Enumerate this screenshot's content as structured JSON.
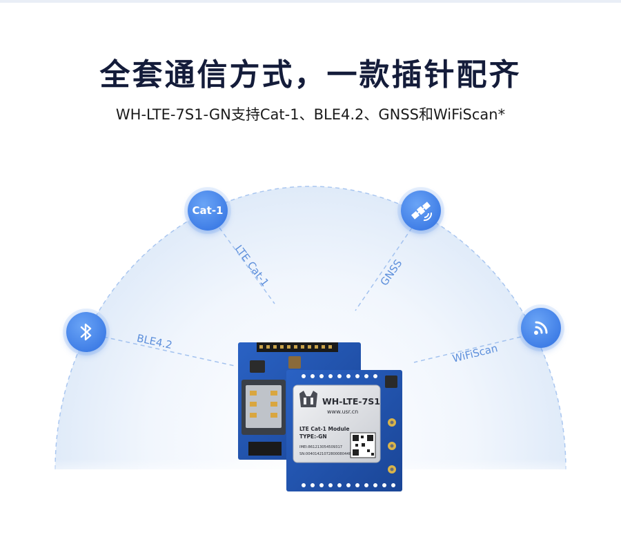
{
  "headline": "全套通信方式，一款插针配齐",
  "subheadline": "WH-LTE-7S1-GN支持Cat-1、BLE4.2、GNSS和WiFiScan*",
  "nodes": {
    "cat1": {
      "label": "Cat-1",
      "icon": "cat1-badge"
    },
    "gnss": {
      "icon": "satellite-icon"
    },
    "bluetooth": {
      "icon": "bluetooth-icon"
    },
    "wifi": {
      "icon": "wifi-icon"
    }
  },
  "links": {
    "lte_cat1": "LTE Cat-1",
    "gnss": "GNSS",
    "ble": "BLE4.2",
    "wifiscan": "WiFiScan"
  },
  "module": {
    "name": "WH-LTE-7S1",
    "url": "www.usr.cn",
    "line1": "LTE Cat-1 Module",
    "type": "TYPE:-GN",
    "imei": "IMEI:861213054509317",
    "sn": "SN:00401421072800080448"
  },
  "colors": {
    "accent": "#2f6fe0",
    "title": "#141c3a",
    "pcb": "#1c4fa8",
    "link_text": "#5d8fdb"
  }
}
